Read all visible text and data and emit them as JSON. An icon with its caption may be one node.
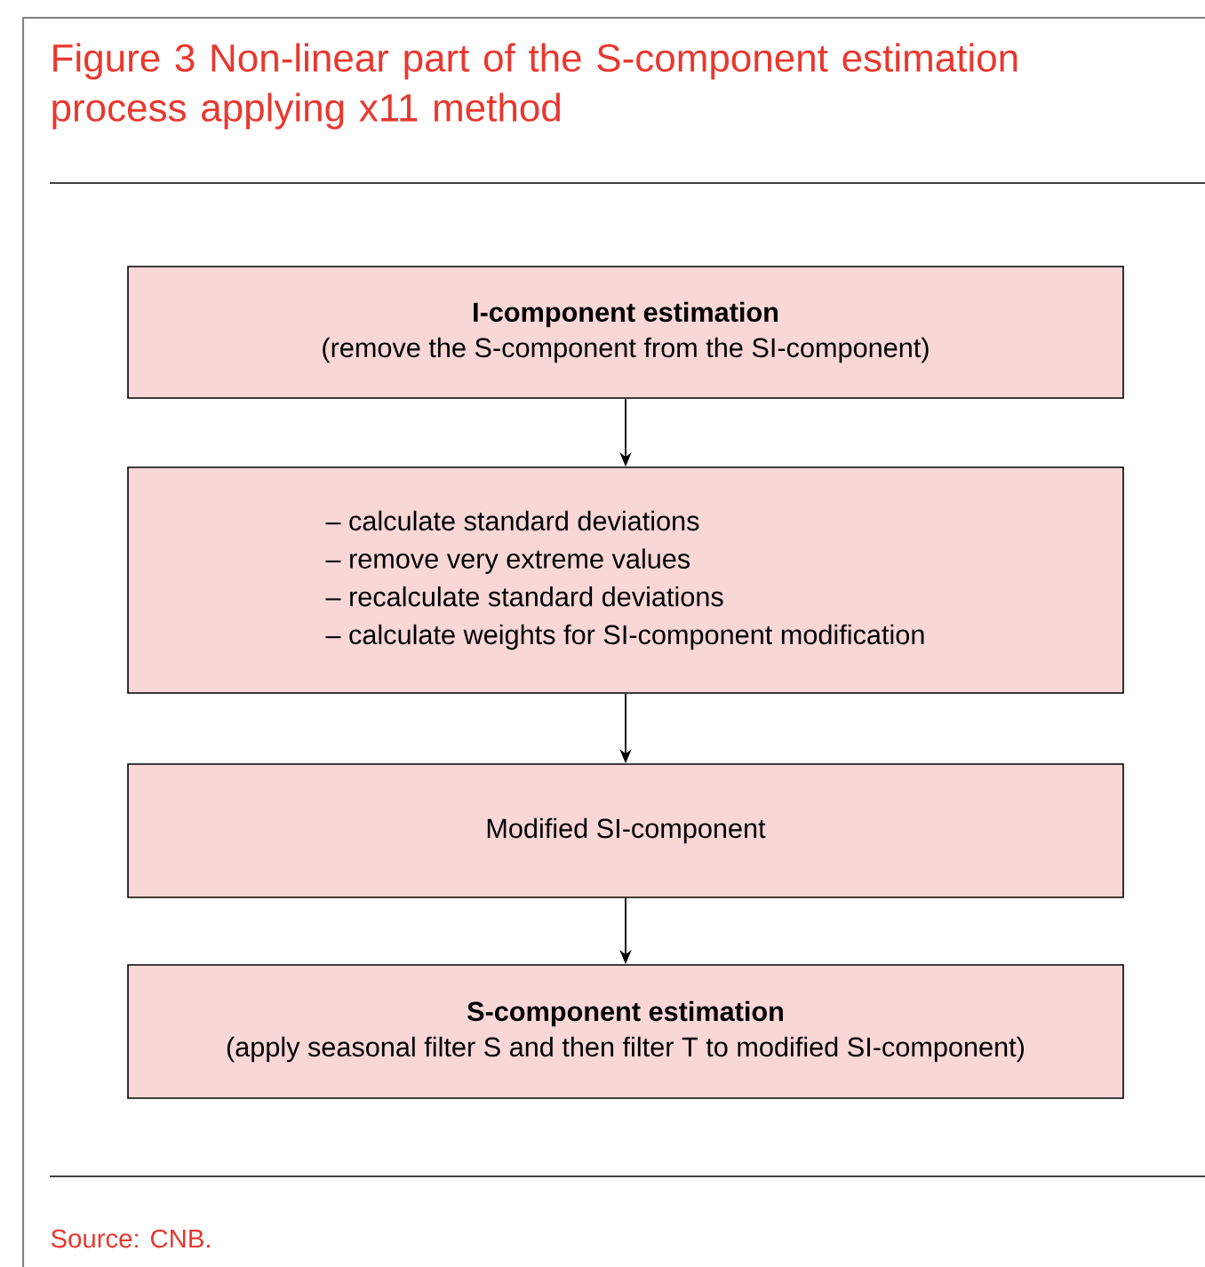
{
  "diagram": {
    "title": "Figure 3 Non-linear part of the S-component estimation process applying x11 method",
    "nodes": [
      {
        "text": [
          "I-component estimation",
          "(remove the S-component from the SI-component)"
        ]
      },
      {
        "text": [
          "– calculate standard deviations",
          "– remove very extreme values",
          "– recalculate standard deviations",
          "– calculate weights for SI-component modification"
        ]
      },
      {
        "text": [
          "Modified SI-component"
        ]
      },
      {
        "text": [
          "S-component estimation",
          "(apply seasonal filter S and then filter T to modified SI-component)"
        ]
      }
    ],
    "edges": [
      {
        "from": 0,
        "to": 1,
        "arrow": "to"
      },
      {
        "from": 1,
        "to": 2,
        "arrow": "to"
      },
      {
        "from": 2,
        "to": 3,
        "arrow": "to"
      }
    ],
    "labels": [
      "Source: CNB."
    ]
  }
}
